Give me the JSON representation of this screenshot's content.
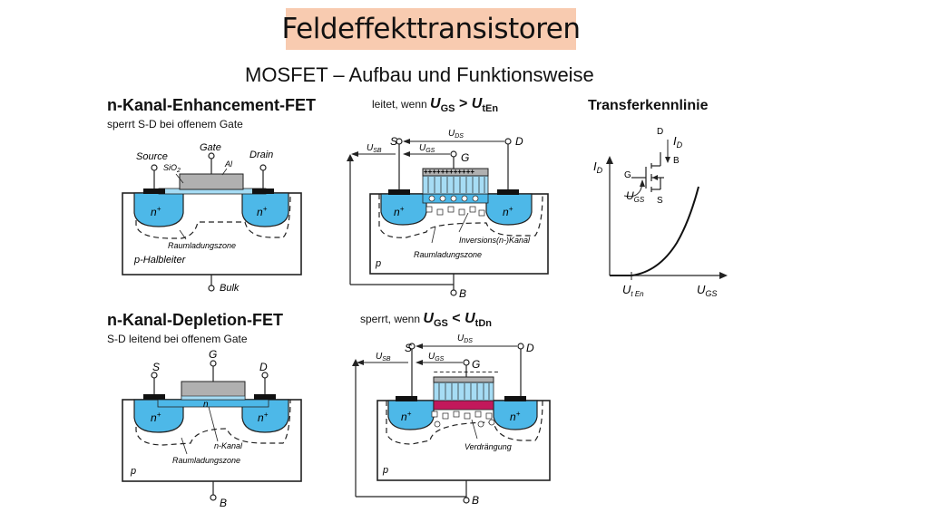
{
  "slide": {
    "title": "Feldeffekttransistoren",
    "subtitle": "MOSFET – Aufbau und Funktionsweise"
  },
  "enh": {
    "heading": "n-Kanal-Enhancement-FET",
    "note": "sperrt S-D bei offenem Gate",
    "cond_prefix": "leitet, wenn",
    "cond_U1": "U",
    "cond_sub1": "GS",
    "cond_op": ">",
    "cond_U2": "U",
    "cond_sub2": "tEn",
    "left": {
      "source": "Source",
      "gate": "Gate",
      "drain": "Drain",
      "sio2": "SiO",
      "sio2_sub": "2",
      "al": "Al",
      "n_plus": "n",
      "plus": "+",
      "rlz": "Raumladungszone",
      "substrate": "p-Halbleiter",
      "bulk": "Bulk"
    },
    "right": {
      "S": "S",
      "D": "D",
      "G": "G",
      "B": "B",
      "uds": "U",
      "uds_sub": "DS",
      "usb": "U",
      "usb_sub": "SB",
      "ugs": "U",
      "ugs_sub": "GS",
      "charges": "++++++++++++",
      "n_plus": "n",
      "plus": "+",
      "inversion": "Inversions(n-)Kanal",
      "rlz": "Raumladungszone",
      "substrate": "p"
    }
  },
  "transfer": {
    "heading": "Transferkennlinie",
    "y_label": "I",
    "y_sub": "D",
    "x_label": "U",
    "x_sub": "GS",
    "threshold": "U",
    "threshold_sub": "t En",
    "sym_D": "D",
    "sym_G": "G",
    "sym_S": "S",
    "sym_B": "B",
    "sym_id": "I",
    "sym_id_sub": "D",
    "sym_ugs": "U",
    "sym_ugs_sub": "GS"
  },
  "dep": {
    "heading": "n-Kanal-Depletion-FET",
    "note": "S-D leitend bei offenem Gate",
    "cond_prefix": "sperrt, wenn",
    "cond_U1": "U",
    "cond_sub1": "GS",
    "cond_op": "<",
    "cond_U2": "U",
    "cond_sub2": "tDn",
    "left": {
      "S": "S",
      "G": "G",
      "D": "D",
      "B": "B",
      "n_plus": "n",
      "plus": "+",
      "n": "n",
      "nkanal": "n-Kanal",
      "rlz": "Raumladungszone",
      "substrate": "p"
    },
    "right": {
      "S": "S",
      "D": "D",
      "G": "G",
      "B": "B",
      "uds": "U",
      "uds_sub": "DS",
      "usb": "U",
      "usb_sub": "SB",
      "ugs": "U",
      "ugs_sub": "GS",
      "charges": "– – – – – – – – – – –",
      "n_plus": "n",
      "plus": "+",
      "verdraengung": "Verdrängung",
      "substrate": "p"
    }
  },
  "colors": {
    "title_bg": "#f8cbb0",
    "n_region": "#4db8e8",
    "gate_metal": "#b0b0b0",
    "depletion_magenta": "#c2185b",
    "oxide": "#a6dcf4"
  }
}
